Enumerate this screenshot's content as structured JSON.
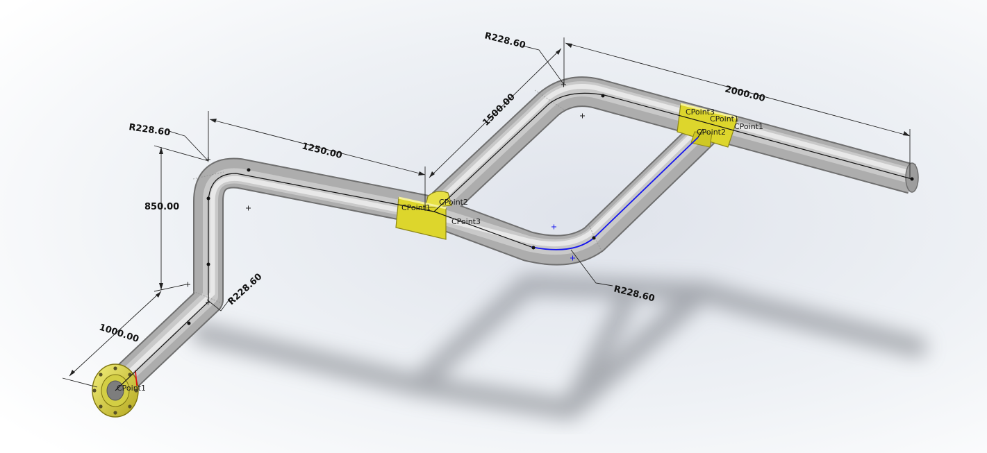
{
  "dimensions": {
    "radius_top_left": "R228.60",
    "radius_top_right": "R228.60",
    "radius_lower_left": "R228.60",
    "radius_lower_mid": "R228.60",
    "length_1250": "1250.00",
    "length_850": "850.00",
    "length_1000": "1000.00",
    "length_1500": "1500.00",
    "length_2000": "2000.00"
  },
  "connection_points": {
    "tee_left_1": "CPoint1",
    "tee_left_2": "CPoint2",
    "tee_left_3": "CPoint3",
    "tee_right_1": "CPoint1",
    "tee_right_2": "CPoint2",
    "tee_right_3": "CPoint3",
    "flange": "CPoint1"
  },
  "colors": {
    "pipe": "#b9b9b9",
    "fitting": "#e0db2f",
    "route_line": "#111111",
    "selected_route": "#1212ee",
    "dimension": "#222222"
  }
}
